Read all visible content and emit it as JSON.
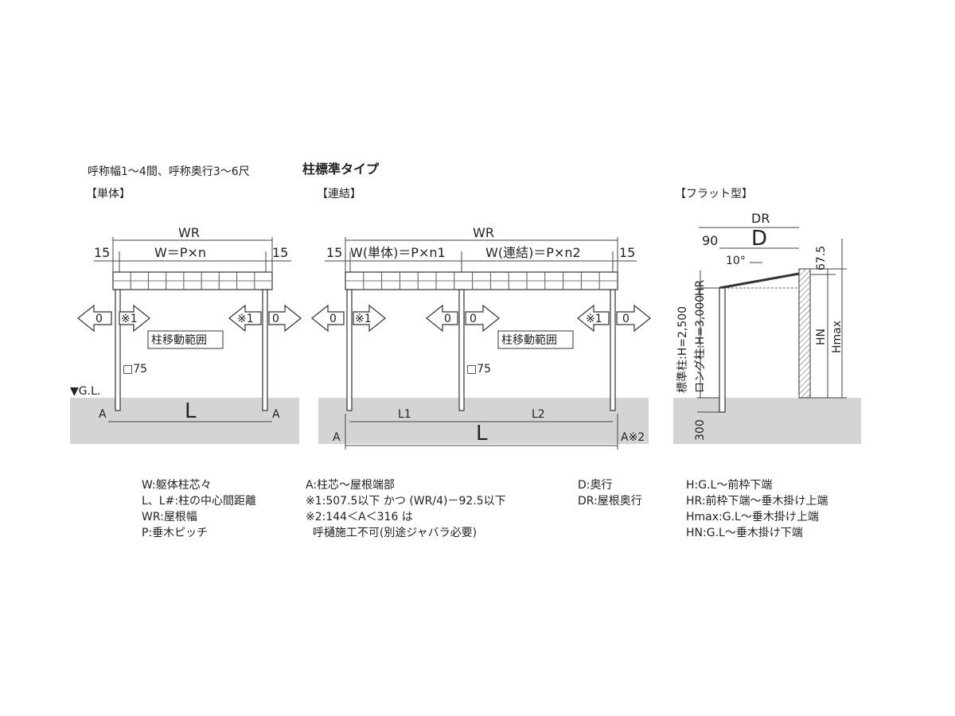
{
  "heading": {
    "range": "呼称幅1～4間、呼称奥行3～6尺",
    "type": "柱標準タイプ"
  },
  "sections": {
    "single": "【単体】",
    "linked": "【連結】",
    "flat": "【フラット型】"
  },
  "single": {
    "wr": "WR",
    "w_formula": "W＝P×n",
    "offset_left": "15",
    "offset_right": "15",
    "arrow_left": "0",
    "arrow_inner_left": "※1",
    "arrow_inner_right": "※1",
    "arrow_right": "0",
    "move_range": "柱移動範囲",
    "post_size": "□75",
    "gl": "▼G.L.",
    "a_left": "A",
    "a_right": "A",
    "length": "L"
  },
  "linked": {
    "wr": "WR",
    "w_single": "W(単体)＝P×n1",
    "w_linked": "W(連結)＝P×n2",
    "offset_left": "15",
    "offset_right": "15",
    "arrow_1": "0",
    "arrow_2": "※1",
    "arrow_3": "0",
    "arrow_4": "0",
    "arrow_5": "※1",
    "arrow_6": "0",
    "move_range": "柱移動範囲",
    "post_size": "□75",
    "l1": "L1",
    "l2": "L2",
    "length": "L",
    "a_left": "A",
    "a_right": "A※2"
  },
  "flat": {
    "dr": "DR",
    "d": "D",
    "offset": "90",
    "angle": "10°",
    "top": "67.5",
    "hr": "HR",
    "hn": "HN",
    "hmax": "Hmax",
    "std_post": "標準柱:H=2,500",
    "long_post": "ロング柱:H=3,000",
    "depth": "300"
  },
  "legend": {
    "col1": [
      "W:躯体柱芯々",
      "L、L#:柱の中心間距離",
      "WR:屋根幅",
      "P:垂木ピッチ"
    ],
    "col2": [
      "A:柱芯～屋根端部",
      "※1:507.5以下  かつ (WR/4)－92.5以下",
      "※2:144＜A＜316 は",
      "  呼樋施工不可(別途ジャバラ必要)"
    ],
    "col3": [
      "D:奥行",
      "DR:屋根奥行"
    ],
    "col4": [
      "H:G.L～前枠下端",
      "HR:前枠下端～垂木掛け上端",
      "Hmax:G.L～垂木掛け上端",
      "HN:G.L～垂木掛け下端"
    ]
  }
}
